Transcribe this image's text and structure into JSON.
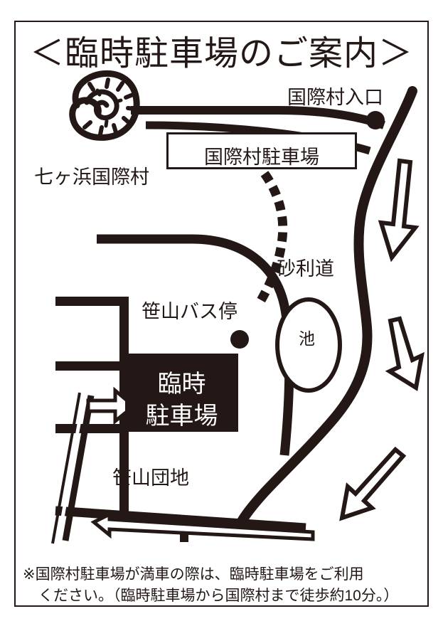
{
  "document": {
    "kind": "parking-guide-map",
    "title": "＜臨時駐車場のご案内＞",
    "colors": {
      "ink": "#231815",
      "paper": "#ffffff"
    }
  },
  "map": {
    "labels": {
      "village_entrance": "国際村入口",
      "village_name": "七ヶ浜国際村",
      "village_parking_box": "国際村駐車場",
      "gravel_road": "砂利道",
      "bus_stop": "笹山バス停",
      "pond": "池",
      "housing_complex": "笹山団地"
    },
    "temporary_lot": {
      "line1": "臨時",
      "line2": "駐車場"
    },
    "icons": {
      "ammonite": "ammonite-shell-icon",
      "entrance_marker": "map-point-marker",
      "bus_stop_marker": "map-point-marker",
      "flow_arrow_1": "arrow-down-icon",
      "flow_arrow_2": "arrow-down-right-icon",
      "flow_arrow_3": "arrow-down-left-icon",
      "lot_entry_arrow": "arrow-right-icon",
      "bottom_road_arrow": "arrow-left-icon"
    }
  },
  "footer": {
    "line1": "※国際村駐車場が満車の際は、臨時駐車場をご利用",
    "line2": "ください。（臨時駐車場から国際村まで徒歩約10分。）"
  }
}
